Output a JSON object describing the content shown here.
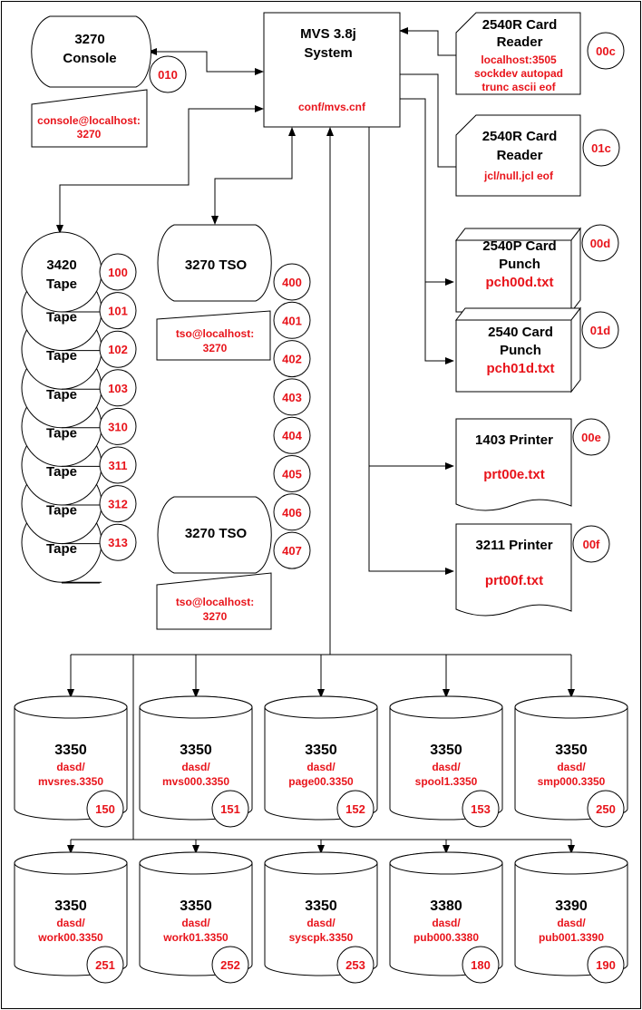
{
  "mvs": {
    "title1": "MVS 3.8j",
    "title2": "System",
    "config": "conf/mvs.cnf"
  },
  "console": {
    "title1": "3270",
    "title2": "Console",
    "address": "010",
    "conn1": "console@localhost:",
    "conn2": "3270"
  },
  "readers": [
    {
      "title1": "2540R Card",
      "title2": "Reader",
      "info": [
        "localhost:3505",
        "sockdev autopad",
        "trunc ascii eof"
      ],
      "address": "00c"
    },
    {
      "title1": "2540R Card",
      "title2": "Reader",
      "info": [
        "jcl/null.jcl eof"
      ],
      "address": "01c"
    }
  ],
  "punches": [
    {
      "title1": "2540P Card",
      "title2": "Punch",
      "file": "pch00d.txt",
      "address": "00d"
    },
    {
      "title1": "2540 Card",
      "title2": "Punch",
      "file": "pch01d.txt",
      "address": "01d"
    }
  ],
  "printers": [
    {
      "title": "1403 Printer",
      "file": "prt00e.txt",
      "address": "00e"
    },
    {
      "title": "3211 Printer",
      "file": "prt00f.txt",
      "address": "00f"
    }
  ],
  "tapes": {
    "first_title1": "3420",
    "first_title2": "Tape",
    "label": "Tape",
    "addresses": [
      "100",
      "101",
      "102",
      "103",
      "310",
      "311",
      "312",
      "313"
    ]
  },
  "tso": {
    "title": "3270 TSO",
    "conn1": "tso@localhost:",
    "conn2": "3270",
    "addresses": [
      "400",
      "401",
      "402",
      "403",
      "404",
      "405",
      "406",
      "407"
    ]
  },
  "dasd_row1": [
    {
      "model": "3350",
      "path1": "dasd/",
      "path2": "mvsres.3350",
      "address": "150"
    },
    {
      "model": "3350",
      "path1": "dasd/",
      "path2": "mvs000.3350",
      "address": "151"
    },
    {
      "model": "3350",
      "path1": "dasd/",
      "path2": "page00.3350",
      "address": "152"
    },
    {
      "model": "3350",
      "path1": "dasd/",
      "path2": "spool1.3350",
      "address": "153"
    },
    {
      "model": "3350",
      "path1": "dasd/",
      "path2": "smp000.3350",
      "address": "250"
    }
  ],
  "dasd_row2": [
    {
      "model": "3350",
      "path1": "dasd/",
      "path2": "work00.3350",
      "address": "251"
    },
    {
      "model": "3350",
      "path1": "dasd/",
      "path2": "work01.3350",
      "address": "252"
    },
    {
      "model": "3350",
      "path1": "dasd/",
      "path2": "syscpk.3350",
      "address": "253"
    },
    {
      "model": "3380",
      "path1": "dasd/",
      "path2": "pub000.3380",
      "address": "180"
    },
    {
      "model": "3390",
      "path1": "dasd/",
      "path2": "pub001.3390",
      "address": "190"
    }
  ]
}
